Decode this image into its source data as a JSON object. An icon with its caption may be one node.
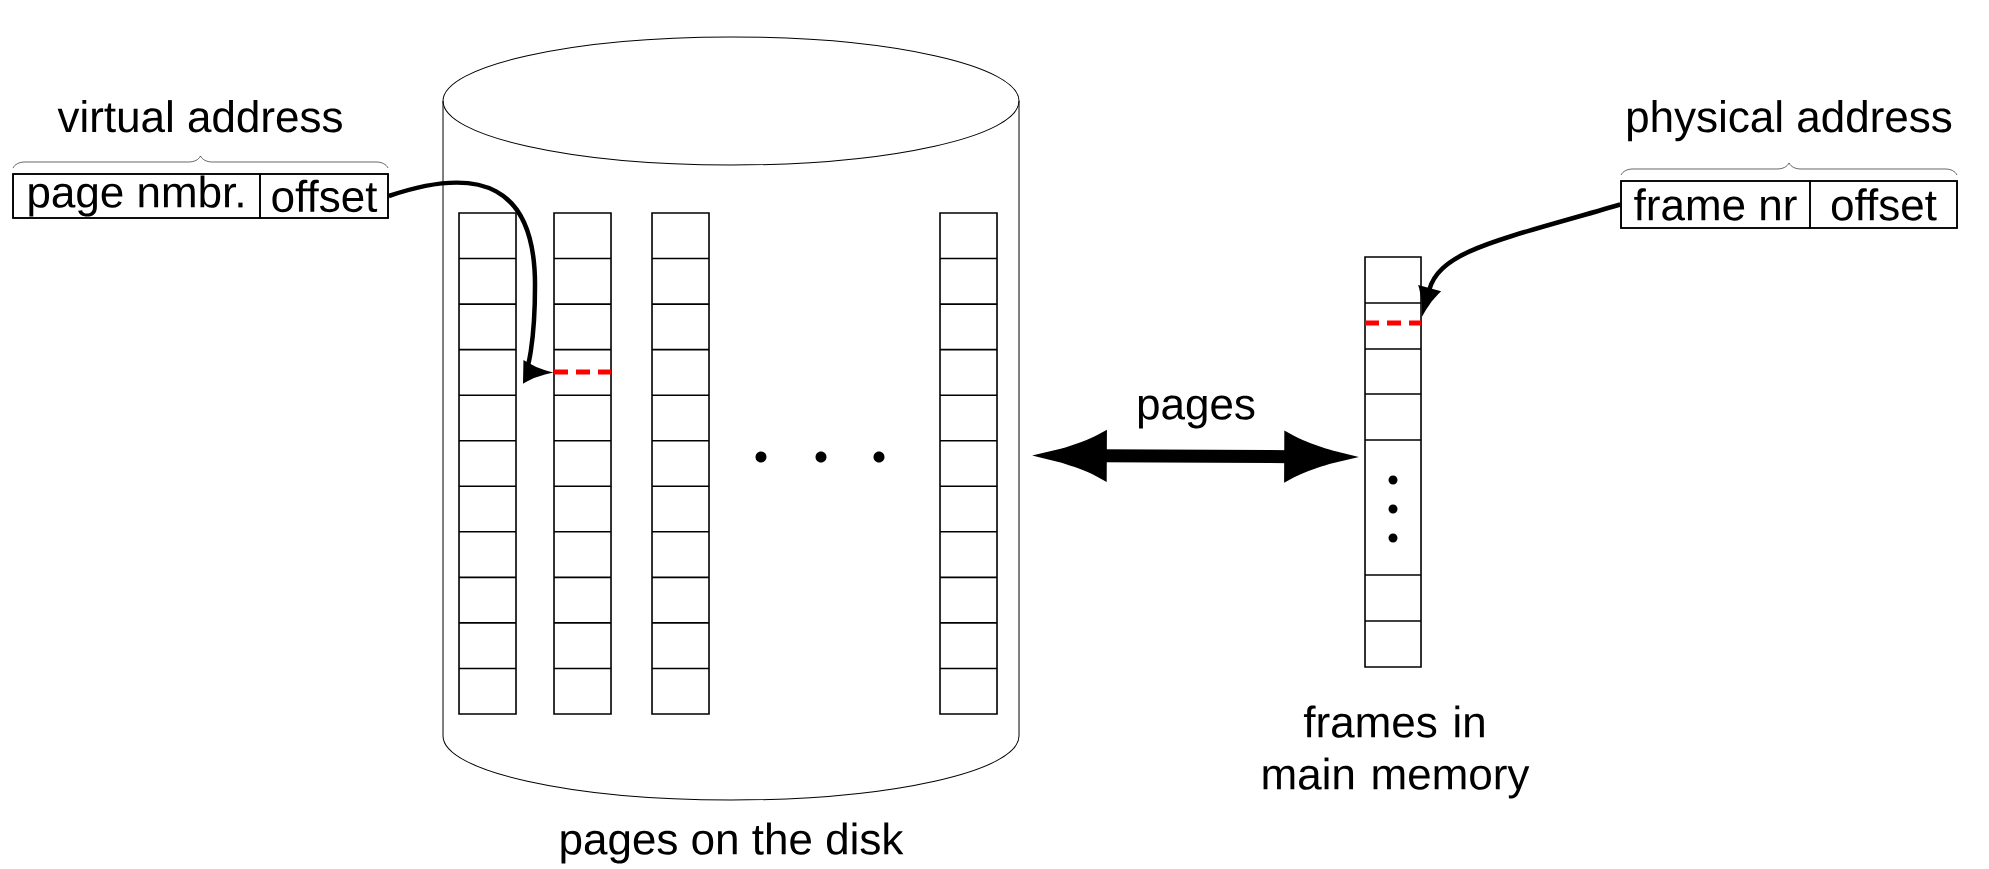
{
  "diagram": {
    "nodes": [
      {
        "text": [
          "virtual address"
        ]
      },
      {
        "text": [
          "page nmbr."
        ],
        "in": 0
      },
      {
        "text": [
          "offset"
        ],
        "in": 0
      },
      {
        "text": [
          "pages on the disk"
        ]
      },
      {
        "text": [],
        "shape": "box",
        "in": 3
      },
      {
        "text": [],
        "shape": "box",
        "in": 3
      },
      {
        "text": [],
        "shape": "box",
        "in": 3
      },
      {
        "text": [],
        "shape": "box",
        "in": 3
      },
      {
        "text": [
          "frames in main memory"
        ]
      },
      {
        "text": [
          "physical address"
        ]
      },
      {
        "text": [
          "frame nr"
        ],
        "in": 9
      },
      {
        "text": [
          "offset"
        ],
        "in": 9
      }
    ],
    "edges": [
      {
        "from": 2,
        "to": 5,
        "arrow": "to"
      },
      {
        "from": 3,
        "to": 8,
        "arrow": "both",
        "label": "pages",
        "style": "thick"
      },
      {
        "from": 10,
        "to": 8,
        "arrow": "to"
      }
    ]
  }
}
